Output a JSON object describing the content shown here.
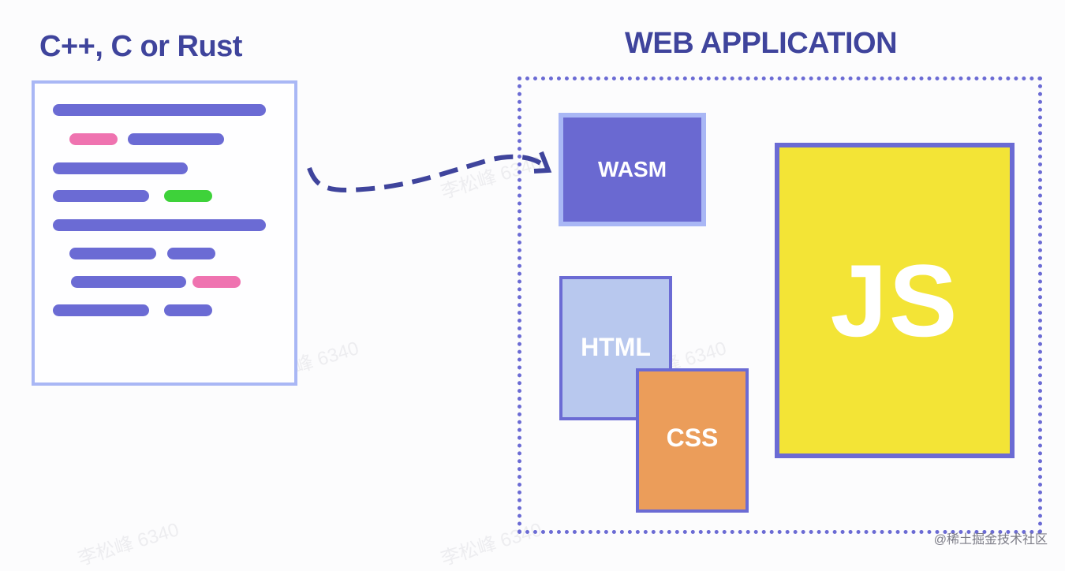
{
  "source": {
    "title": "C++, C or Rust",
    "code_lines": [
      {
        "color": "#6b6bd4"
      },
      {
        "color": "#ef73b0"
      },
      {
        "color": "#6b6bd4"
      },
      {
        "color": "#6b6bd4"
      },
      {
        "color": "#6b6bd4"
      },
      {
        "color": "#3ed23a"
      },
      {
        "color": "#6b6bd4"
      },
      {
        "color": "#6b6bd4"
      },
      {
        "color": "#6b6bd4"
      },
      {
        "color": "#6b6bd4"
      },
      {
        "color": "#ef73b0"
      },
      {
        "color": "#6b6bd4"
      },
      {
        "color": "#6b6bd4"
      }
    ]
  },
  "application": {
    "title": "WEB APPLICATION",
    "wasm_label": "WASM",
    "html_label": "HTML",
    "css_label": "CSS",
    "js_label": "JS"
  },
  "colors": {
    "heading": "#3f449c",
    "code_panel_border": "#a9b7f5",
    "wasm": "#6a69d1",
    "html": "#b8c8ee",
    "css": "#eb9d5a",
    "js": "#f3e436",
    "frame": "#6b6bd4",
    "arrow": "#3f449c"
  },
  "watermark": "李松峰 6340",
  "credit": "@稀土掘金技术社区"
}
